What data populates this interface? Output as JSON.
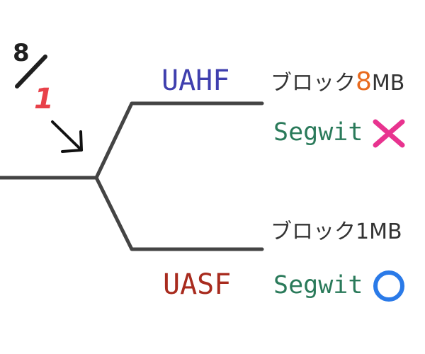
{
  "date": {
    "month": "8",
    "day": "1",
    "month_color": "#1f1f1f",
    "day_color": "#e8414a",
    "slash_color": "#1f1f1f"
  },
  "line_color": "#444444",
  "arrow_color": "#111111",
  "branches": {
    "uahf": {
      "name": "UAHF",
      "name_color": "#3f3fae",
      "block_prefix": "ブロック",
      "block_size": "8",
      "block_unit": "MB",
      "block_size_color": "#e86a1e",
      "segwit_label": "Segwit",
      "segwit_color": "#2a7a5a",
      "status_icon": "cross-mark-icon",
      "status_color": "#e8338f"
    },
    "uasf": {
      "name": "UASF",
      "name_color": "#a82b1e",
      "block_prefix": "ブロック",
      "block_size": "1",
      "block_unit": "MB",
      "block_size_color": "#333333",
      "segwit_label": "Segwit",
      "segwit_color": "#2a7a5a",
      "status_icon": "circle-mark-icon",
      "status_color": "#2a7ae8"
    }
  }
}
